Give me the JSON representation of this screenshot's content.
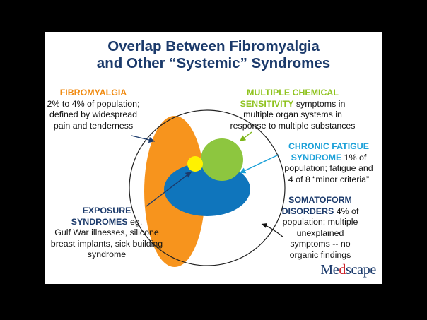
{
  "title": {
    "line1": "Overlap Between Fibromyalgia",
    "line2": "and Other “Systemic” Syndromes"
  },
  "fibromyalgia": {
    "heading": "FIBROMYALGIA",
    "line1": "2% to 4% of population;",
    "line2": "defined by widespread",
    "line3": "pain and tenderness"
  },
  "mcs": {
    "heading1": "MULTIPLE CHEMICAL",
    "heading2": "SENSITIVITY",
    "line2_rest": " symptoms in",
    "line3": "multiple organ systems in",
    "line4": "response to multiple substances"
  },
  "cfs": {
    "heading1": "CHRONIC FATIGUE",
    "heading2": "SYNDROME",
    "line2_rest": " 1% of",
    "line3": "population; fatigue and",
    "line4": "4 of 8 “minor criteria”"
  },
  "exposure": {
    "heading1": "EXPOSURE",
    "heading2": "SYNDROMES",
    "line2_rest": " eg.",
    "line3": "Gulf War illnesses, silicone",
    "line4": "breast implants, sick building",
    "line5": "syndrome"
  },
  "somatoform": {
    "heading1": "SOMATOFORM",
    "heading2": "DISORDERS",
    "line2_rest": " 4% of",
    "line3": "population; multiple",
    "line4": "unexplained",
    "line5": "symptoms -- no",
    "line6": "organic findings"
  },
  "logo": {
    "part1": "Me",
    "part2": "d",
    "part3": "scape"
  },
  "colors": {
    "fibromyalgia": "#f7941d",
    "mcs": "#8dc63f",
    "cfs": "#0f75bc",
    "exposure": "#fff200",
    "heading_navy": "#1b3a6b"
  }
}
